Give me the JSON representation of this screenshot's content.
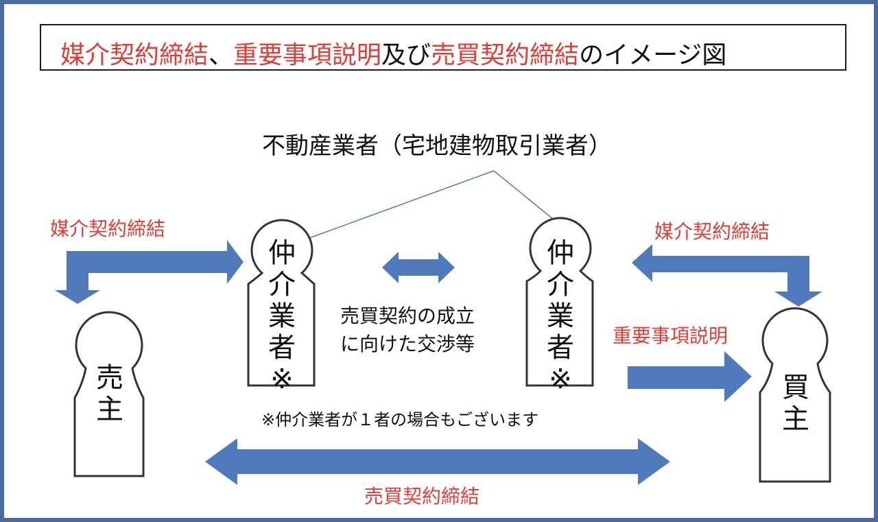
{
  "title": {
    "part1": "媒介契約締結",
    "sep1": "、",
    "part2": "重要事項説明",
    "sep2": "及び",
    "part3": "売買契約締結",
    "sep3": "のイメージ図"
  },
  "group_label": "不動産業者（宅地建物取引業者）",
  "broker_left": "仲介業者※",
  "broker_right": "仲介業者※",
  "seller": "売主",
  "buyer": "買主",
  "label_media_left": "媒介契約締結",
  "label_media_right": "媒介契約締結",
  "label_important": "重要事項説明",
  "negotiation_line1": "売買契約の成立",
  "negotiation_line2": "に向けた交渉等",
  "note": "※仲介業者が１者の場合もございます",
  "label_sales_contract": "売買契約締結",
  "colors": {
    "arrow": "#4f7bbd",
    "highlight_text": "#e53b35",
    "frame": "#4a6aa0"
  }
}
